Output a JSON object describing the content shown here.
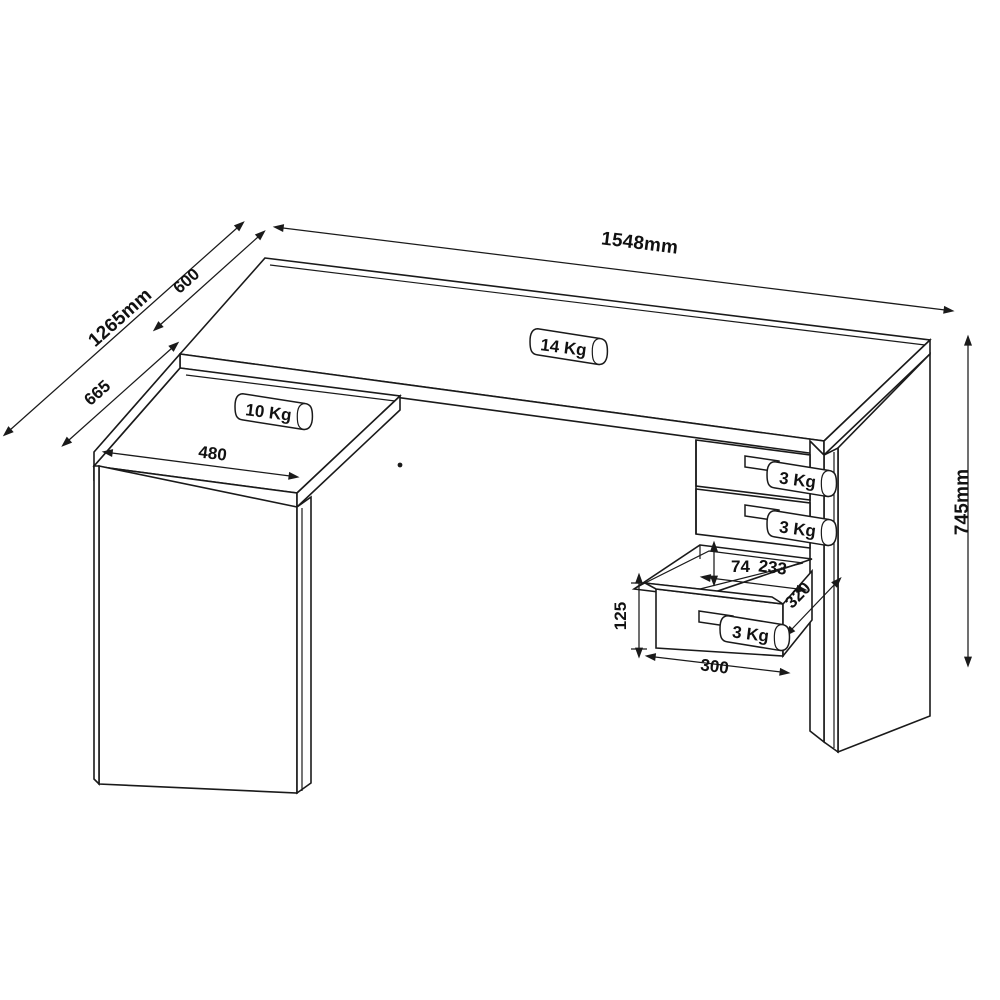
{
  "drawing": {
    "type": "isometric-technical-drawing",
    "subject": "office-desk-with-return-and-three-drawers",
    "background_color": "#ffffff",
    "line_color": "#1a1a1a",
    "units_note": "mm"
  },
  "dimensions": {
    "overall_width": "1548mm",
    "overall_depth": "1265mm",
    "overall_height": "745mm",
    "main_top_depth": "600",
    "return_depth": "665",
    "return_width": "480",
    "drawer_inner_height": "74",
    "drawer_inner_width": "233",
    "drawer_front_height": "125",
    "drawer_depth": "320",
    "drawer_front_width": "300"
  },
  "load_tags": {
    "main_top": "14 Kg",
    "return_top": "10 Kg",
    "drawer_top": "3 Kg",
    "drawer_middle": "3 Kg",
    "drawer_bottom": "3 Kg"
  },
  "labels": {
    "width_label": "1548mm",
    "depth_label": "1265mm",
    "height_label": "745mm",
    "d600": "600",
    "d665": "665",
    "d480": "480",
    "d74": "74",
    "d233": "233",
    "d125": "125",
    "d320": "320",
    "d300": "300"
  }
}
